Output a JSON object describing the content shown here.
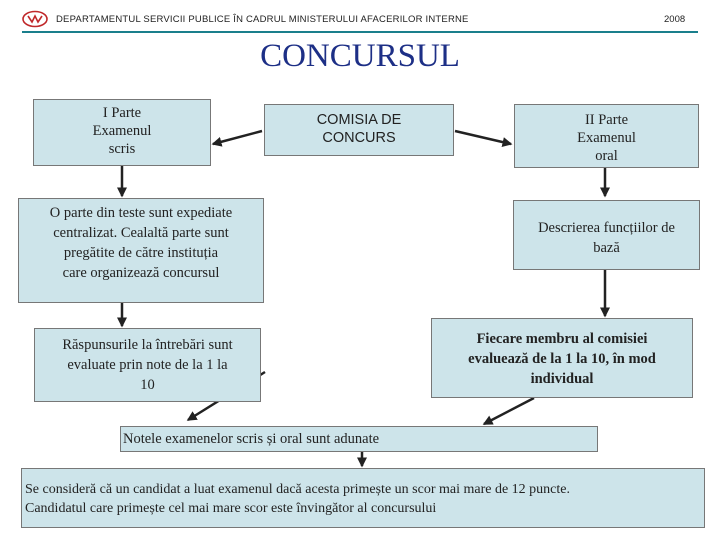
{
  "header": {
    "org_text": "DEPARTAMENTUL SERVICII PUBLICE ÎN CADRUL MINISTERULUI AFACERILOR INTERNE",
    "year": "2008"
  },
  "title": "CONCURSUL",
  "nodes": {
    "partea1": [
      "I Parte",
      "Examenul",
      "scris"
    ],
    "comisia": [
      "COMISIA DE",
      "CONCURS"
    ],
    "partea2": [
      "II Parte",
      "Examenul",
      "oral"
    ],
    "teste": [
      "O parte din teste sunt expediate",
      "centralizat. Cealaltă parte sunt",
      "pregătite de către instituția",
      "care organizează concursul"
    ],
    "descriere": [
      "Descrierea funcțiilor de",
      "bază"
    ],
    "raspunsuri": [
      "Răspunsurile la întrebări sunt",
      "evaluate prin note de la 1 la",
      "10"
    ],
    "fiecare": [
      "Fiecare membru al comisiei",
      "evaluează de la 1 la 10, în mod",
      "individual"
    ],
    "notele": [
      "Notele examenelor scris și oral sunt adunate"
    ],
    "final": [
      "Se consideră că un candidat a luat examenul dacă acesta primește un scor mai mare de 12 puncte.",
      "Candidatul care primește cel mai mare scor este învingător al concursului"
    ]
  },
  "colors": {
    "box_fill": "#cde4ea",
    "title": "#1d2f86",
    "header_line": "#1a7f8c",
    "logo": "#c0282a"
  }
}
